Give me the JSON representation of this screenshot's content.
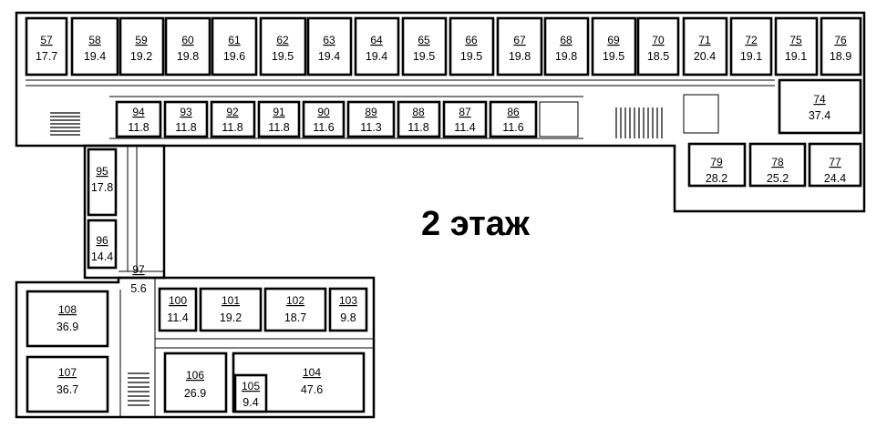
{
  "floor_title": "2 этаж",
  "rooms": [
    {
      "number": "57",
      "area": "17.7"
    },
    {
      "number": "58",
      "area": "19.4"
    },
    {
      "number": "59",
      "area": "19.2"
    },
    {
      "number": "60",
      "area": "19.8"
    },
    {
      "number": "61",
      "area": "19.6"
    },
    {
      "number": "62",
      "area": "19.5"
    },
    {
      "number": "63",
      "area": "19.4"
    },
    {
      "number": "64",
      "area": "19.4"
    },
    {
      "number": "65",
      "area": "19.5"
    },
    {
      "number": "66",
      "area": "19.5"
    },
    {
      "number": "67",
      "area": "19.8"
    },
    {
      "number": "68",
      "area": "19.8"
    },
    {
      "number": "69",
      "area": "19.5"
    },
    {
      "number": "70",
      "area": "18.5"
    },
    {
      "number": "71",
      "area": "20.4"
    },
    {
      "number": "72",
      "area": "19.1"
    },
    {
      "number": "75",
      "area": "19.1"
    },
    {
      "number": "76",
      "area": "18.9"
    },
    {
      "number": "74",
      "area": "37.4"
    },
    {
      "number": "94",
      "area": "11.8"
    },
    {
      "number": "93",
      "area": "11.8"
    },
    {
      "number": "92",
      "area": "11.8"
    },
    {
      "number": "91",
      "area": "11.8"
    },
    {
      "number": "90",
      "area": "11.6"
    },
    {
      "number": "89",
      "area": "11.3"
    },
    {
      "number": "88",
      "area": "11.8"
    },
    {
      "number": "87",
      "area": "11.4"
    },
    {
      "number": "86",
      "area": "11.6"
    },
    {
      "number": "79",
      "area": "28.2"
    },
    {
      "number": "78",
      "area": "25.2"
    },
    {
      "number": "77",
      "area": "24.4"
    },
    {
      "number": "95",
      "area": "17.8"
    },
    {
      "number": "96",
      "area": "14.4"
    },
    {
      "number": "97",
      "area": "5.6"
    },
    {
      "number": "100",
      "area": "11.4"
    },
    {
      "number": "101",
      "area": "19.2"
    },
    {
      "number": "102",
      "area": "18.7"
    },
    {
      "number": "103",
      "area": "9.8"
    },
    {
      "number": "108",
      "area": "36.9"
    },
    {
      "number": "107",
      "area": "36.7"
    },
    {
      "number": "106",
      "area": "26.9"
    },
    {
      "number": "105",
      "area": "9.4"
    },
    {
      "number": "104",
      "area": "47.6"
    }
  ]
}
